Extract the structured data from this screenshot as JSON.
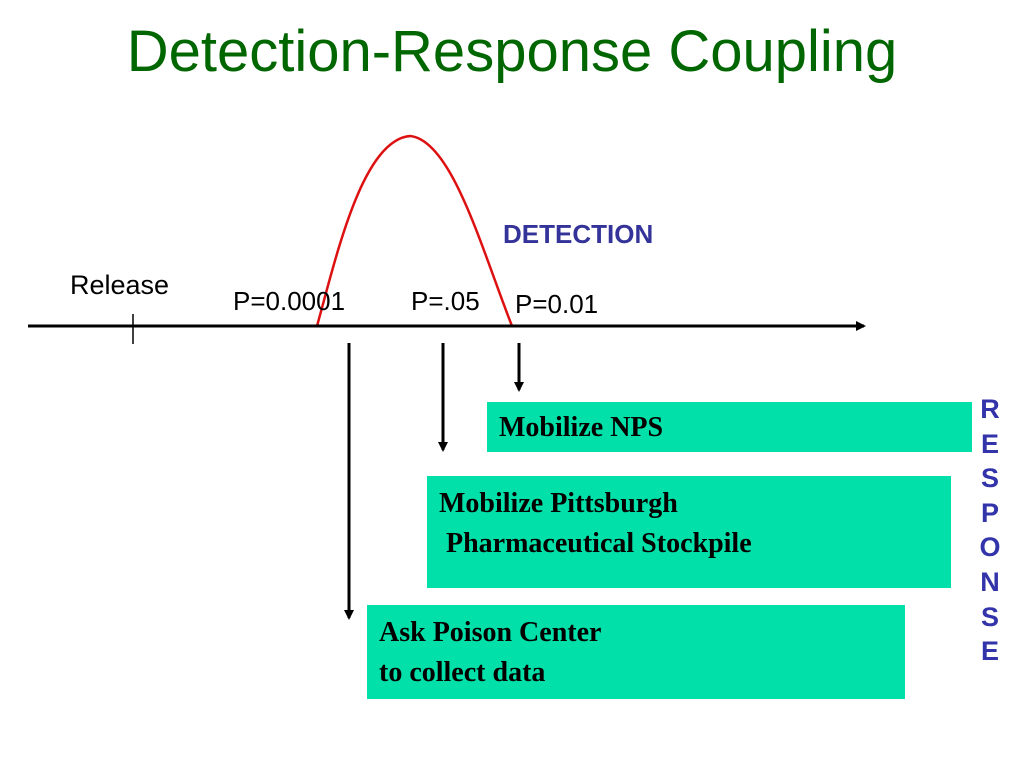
{
  "title": "Detection-Response Coupling",
  "colors": {
    "title": "#006600",
    "curve": "#dd1111",
    "axis": "#000000",
    "detection_label": "#333399",
    "response_label": "#3333aa",
    "box_fill": "#00e0a8"
  },
  "timeline": {
    "release_label": "Release",
    "detection_label": "DETECTION",
    "thresholds": [
      "P=0.0001",
      "P=.05",
      "P=0.01"
    ]
  },
  "actions": {
    "nps": [
      "Mobilize NPS"
    ],
    "stockpile": [
      "Mobilize Pittsburgh",
      " Pharmaceutical Stockpile"
    ],
    "poison_center": [
      "Ask Poison Center",
      "to collect data"
    ]
  },
  "response_label": [
    "R",
    "E",
    "S",
    "P",
    "O",
    "N",
    "S",
    "E"
  ]
}
